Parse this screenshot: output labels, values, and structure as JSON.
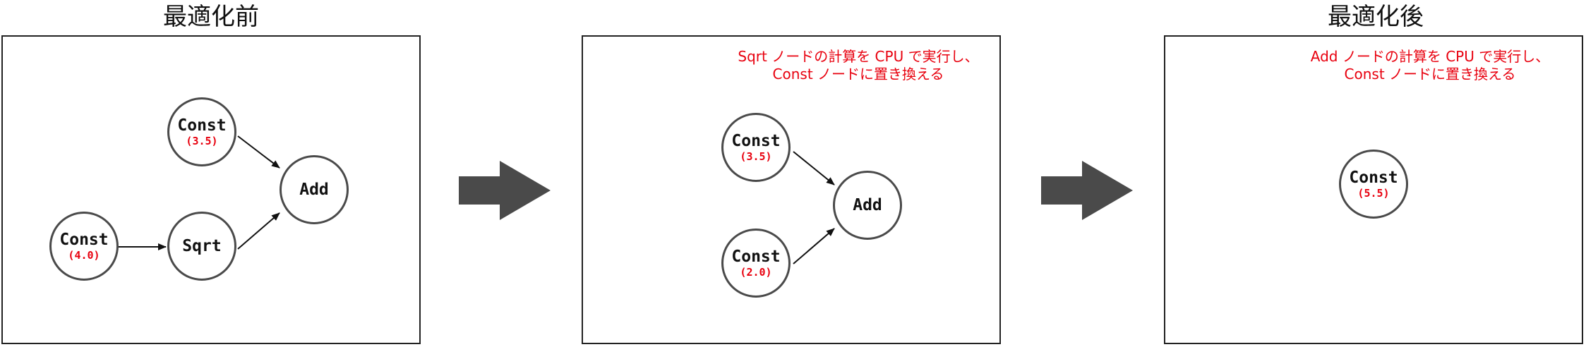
{
  "titles": {
    "before": "最適化前",
    "after": "最適化後"
  },
  "panels": {
    "before": {
      "nodes": {
        "const_top": {
          "label": "Const",
          "value": "(3.5)"
        },
        "const_left": {
          "label": "Const",
          "value": "(4.0)"
        },
        "sqrt": {
          "label": "Sqrt"
        },
        "add": {
          "label": "Add"
        }
      }
    },
    "middle": {
      "note_line1": "Sqrt ノードの計算を CPU で実行し、",
      "note_line2": "Const ノードに置き換える",
      "nodes": {
        "const_top": {
          "label": "Const",
          "value": "(3.5)"
        },
        "const_bottom": {
          "label": "Const",
          "value": "(2.0)"
        },
        "add": {
          "label": "Add"
        }
      }
    },
    "after": {
      "note_line1": "Add ノードの計算を CPU で実行し、",
      "note_line2": "Const ノードに置き換える",
      "nodes": {
        "const": {
          "label": "Const",
          "value": "(5.5)"
        }
      }
    }
  },
  "colors": {
    "note": "#e8000e",
    "value": "#e8000e",
    "node_border": "#4a4a4a",
    "big_arrow": "#4a4a4a",
    "edge": "#111111"
  },
  "icons": {
    "transition_arrow": "right-arrow-icon"
  }
}
